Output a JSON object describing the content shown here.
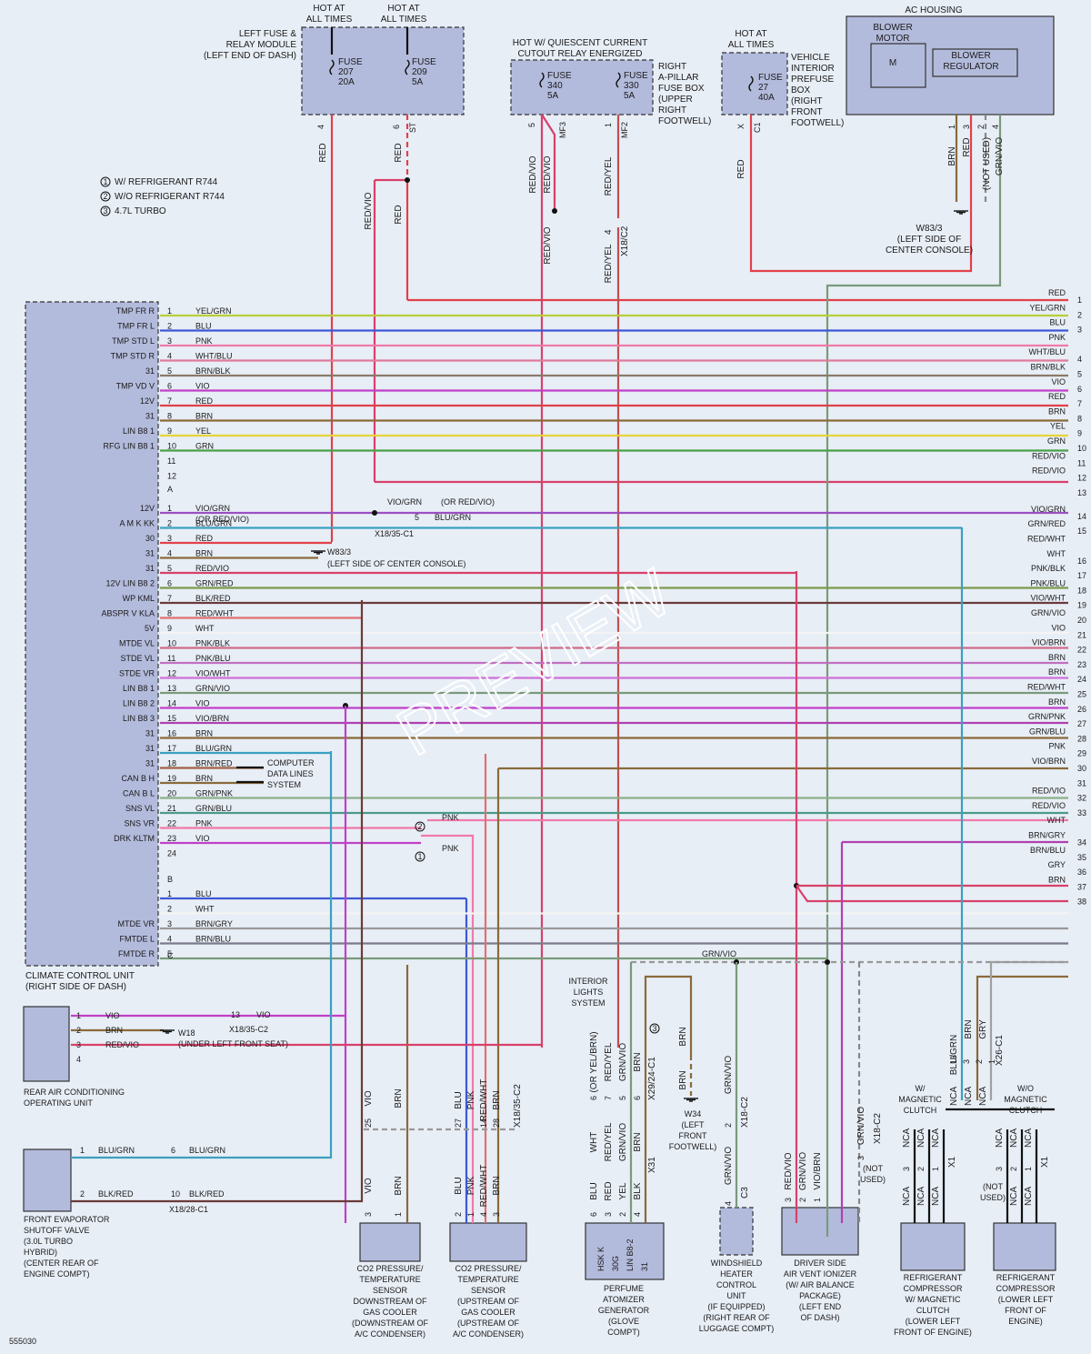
{
  "diagram_id": "555030",
  "watermark": "PREVIEW",
  "legend": [
    {
      "num": "1",
      "text": "W/ REFRIGERANT R744"
    },
    {
      "num": "2",
      "text": "W/O REFRIGERANT R744"
    },
    {
      "num": "3",
      "text": "4.7L TURBO"
    }
  ],
  "fuse_module": {
    "title_lines": [
      "LEFT FUSE &",
      "RELAY MODULE",
      "(LEFT END OF DASH)"
    ],
    "hot1": [
      "HOT AT",
      "ALL TIMES"
    ],
    "hot2": [
      "HOT AT",
      "ALL TIMES"
    ],
    "fuse_a": [
      "FUSE",
      "207",
      "20A"
    ],
    "fuse_b": [
      "FUSE",
      "209",
      "5A"
    ],
    "pin_a": "4",
    "pin_b": "6",
    "pin_b2": "ST"
  },
  "a_pillar": {
    "header": [
      "HOT W/ QUIESCENT CURRENT",
      "CUTOUT RELAY ENERGIZED"
    ],
    "title_lines": [
      "RIGHT",
      "A-PILLAR",
      "FUSE BOX",
      "(UPPER",
      "RIGHT",
      "FOOTWELL)"
    ],
    "fuse_a": [
      "FUSE",
      "340",
      "5A"
    ],
    "fuse_b": [
      "FUSE",
      "330",
      "5A"
    ],
    "pin_a": "5",
    "pin_a2": "MF3",
    "pin_b": "1",
    "pin_b2": "MF2"
  },
  "prefuse": {
    "hot": [
      "HOT AT",
      "ALL TIMES"
    ],
    "title_lines": [
      "VEHICLE",
      "INTERIOR",
      "PREFUSE",
      "BOX",
      "(RIGHT",
      "FRONT",
      "FOOTWELL)"
    ],
    "fuse": [
      "FUSE",
      "27",
      "40A"
    ],
    "pin": "X",
    "pin2": "C1"
  },
  "ac_housing": {
    "title": "AC HOUSING",
    "blower_motor": [
      "BLOWER",
      "MOTOR"
    ],
    "motor_symbol": "M",
    "blower_regulator": [
      "BLOWER",
      "REGULATOR"
    ],
    "pins": [
      "1",
      "3",
      "2",
      "4"
    ],
    "wires": [
      "BRN",
      "RED",
      "(NOT USED)",
      "GRN/VIO"
    ],
    "ground": [
      "W83/3",
      "(LEFT SIDE OF",
      "CENTER CONSOLE)"
    ]
  },
  "upper_wires": {
    "red_fuse207": "RED",
    "red_fuse209": "RED",
    "red_fuse209_b": "RED",
    "red_vio_a": "RED/VIO",
    "red_vio_pillar_a": "RED/VIO",
    "red_vio_pillar_b": "RED/VIO",
    "red_vio_pillar_c": "RED/VIO",
    "red_yel_a": "RED/YEL",
    "red_yel_b": "RED/YEL",
    "conn_x18_c2": "X18/C2",
    "conn_x18_c2_pin": "4",
    "red_prefuse": "RED"
  },
  "ccu": {
    "title_lines": [
      "CLIMATE CONTROL UNIT",
      "(RIGHT SIDE OF DASH)"
    ],
    "conn_a": {
      "id": "A",
      "pins": [
        {
          "pin": "1",
          "label": "TMP FR R",
          "wire": "YEL/GRN"
        },
        {
          "pin": "2",
          "label": "TMP FR L",
          "wire": "BLU"
        },
        {
          "pin": "3",
          "label": "TMP STD L",
          "wire": "PNK"
        },
        {
          "pin": "4",
          "label": "TMP STD R",
          "wire": "WHT/BLU"
        },
        {
          "pin": "5",
          "label": "31",
          "wire": "BRN/BLK"
        },
        {
          "pin": "6",
          "label": "TMP VD V",
          "wire": "VIO"
        },
        {
          "pin": "7",
          "label": "12V",
          "wire": "RED"
        },
        {
          "pin": "8",
          "label": "31",
          "wire": "BRN"
        },
        {
          "pin": "9",
          "label": "LIN B8 1",
          "wire": "YEL"
        },
        {
          "pin": "10",
          "label": "RFG LIN B8 1",
          "wire": "GRN"
        },
        {
          "pin": "11",
          "label": "",
          "wire": ""
        },
        {
          "pin": "12",
          "label": "",
          "wire": ""
        }
      ]
    },
    "conn_b": {
      "id": "B",
      "pins": [
        {
          "pin": "1",
          "label": "12V",
          "wire": "VIO/GRN",
          "wire2": "(OR RED/VIO)"
        },
        {
          "pin": "2",
          "label": "A M K KK",
          "wire": "BLU/GRN"
        },
        {
          "pin": "3",
          "label": "30",
          "wire": "RED"
        },
        {
          "pin": "4",
          "label": "31",
          "wire": "BRN"
        },
        {
          "pin": "5",
          "label": "31",
          "wire": "RED/VIO"
        },
        {
          "pin": "6",
          "label": "12V LIN B8 2",
          "wire": "GRN/RED"
        },
        {
          "pin": "7",
          "label": "WP KML",
          "wire": "BLK/RED"
        },
        {
          "pin": "8",
          "label": "ABSPR V KLA",
          "wire": "RED/WHT"
        },
        {
          "pin": "9",
          "label": "5V",
          "wire": "WHT"
        },
        {
          "pin": "10",
          "label": "MTDE VL",
          "wire": "PNK/BLK"
        },
        {
          "pin": "11",
          "label": "STDE VL",
          "wire": "PNK/BLU"
        },
        {
          "pin": "12",
          "label": "STDE VR",
          "wire": "VIO/WHT"
        },
        {
          "pin": "13",
          "label": "LIN B8 1",
          "wire": "GRN/VIO"
        },
        {
          "pin": "14",
          "label": "LIN B8 2",
          "wire": "VIO"
        },
        {
          "pin": "15",
          "label": "LIN B8 3",
          "wire": "VIO/BRN"
        },
        {
          "pin": "16",
          "label": "31",
          "wire": "BRN"
        },
        {
          "pin": "17",
          "label": "31",
          "wire": "BLU/GRN"
        },
        {
          "pin": "18",
          "label": "31",
          "wire": "BRN/RED"
        },
        {
          "pin": "19",
          "label": "CAN B H",
          "wire": "BRN"
        },
        {
          "pin": "20",
          "label": "CAN B L",
          "wire": "GRN/PNK"
        },
        {
          "pin": "21",
          "label": "SNS VL",
          "wire": "GRN/BLU"
        },
        {
          "pin": "22",
          "label": "SNS VR",
          "wire": "PNK"
        },
        {
          "pin": "23",
          "label": "DRK KLTM",
          "wire": "VIO"
        },
        {
          "pin": "24",
          "label": "",
          "wire": ""
        }
      ]
    },
    "conn_c": {
      "id": "C",
      "pins": [
        {
          "pin": "1",
          "label": "",
          "wire": "BLU"
        },
        {
          "pin": "2",
          "label": "",
          "wire": "WHT"
        },
        {
          "pin": "3",
          "label": "MTDE VR",
          "wire": "BRN/GRY"
        },
        {
          "pin": "4",
          "label": "FMTDE L",
          "wire": "BRN/BLU"
        },
        {
          "pin": "5",
          "label": "FMTDE R",
          "wire": ""
        }
      ]
    },
    "ground_note": [
      "W83/3",
      "(LEFT SIDE OF CENTER CONSOLE)"
    ],
    "data_lines": [
      "COMPUTER",
      "DATA LINES",
      "SYSTEM"
    ],
    "splice_vio_grn": "VIO/GRN",
    "splice_or_red_vio": "(OR RED/VIO)",
    "conn_x18_35_c1": "X18/35-C1",
    "conn_x18_35_c1_pin": "5",
    "conn_x18_35_c1_wire": "BLU/GRN",
    "option_2_wire": "PNK",
    "option_1_wire": "PNK",
    "option_2_num": "2",
    "option_1_num": "1"
  },
  "right_side": [
    {
      "num": "1",
      "wire": "RED"
    },
    {
      "num": "2",
      "wire": "YEL/GRN"
    },
    {
      "num": "3",
      "wire": "BLU"
    },
    {
      "num": "",
      "wire": "PNK"
    },
    {
      "num": "4",
      "wire": "WHT/BLU"
    },
    {
      "num": "5",
      "wire": "BRN/BLK"
    },
    {
      "num": "6",
      "wire": "VIO"
    },
    {
      "num": "7",
      "wire": "RED"
    },
    {
      "num": "8",
      "wire": "BRN"
    },
    {
      "num": "9",
      "wire": "YEL"
    },
    {
      "num": "10",
      "wire": "GRN"
    },
    {
      "num": "11",
      "wire": "RED/VIO"
    },
    {
      "num": "12",
      "wire": "RED/VIO"
    },
    {
      "num": "13",
      "wire": ""
    },
    {
      "num": "14",
      "wire": "VIO/GRN",
      "wire2": "(OR RED/VIO)"
    },
    {
      "num": "15",
      "wire": "GRN/RED"
    },
    {
      "num": "",
      "wire": "RED/WHT"
    },
    {
      "num": "16",
      "wire": "WHT"
    },
    {
      "num": "17",
      "wire": "PNK/BLK"
    },
    {
      "num": "18",
      "wire": "PNK/BLU"
    },
    {
      "num": "19",
      "wire": "VIO/WHT"
    },
    {
      "num": "20",
      "wire": "GRN/VIO"
    },
    {
      "num": "21",
      "wire": "VIO"
    },
    {
      "num": "22",
      "wire": "VIO/BRN"
    },
    {
      "num": "23",
      "wire": "BRN"
    },
    {
      "num": "24",
      "wire": "BRN"
    },
    {
      "num": "25",
      "wire": "RED/WHT"
    },
    {
      "num": "26",
      "wire": "BRN"
    },
    {
      "num": "27",
      "wire": "GRN/PNK"
    },
    {
      "num": "28",
      "wire": "GRN/BLU"
    },
    {
      "num": "29",
      "wire": "PNK"
    },
    {
      "num": "30",
      "wire": "VIO/BRN"
    },
    {
      "num": "31",
      "wire": ""
    },
    {
      "num": "32",
      "wire": "RED/VIO"
    },
    {
      "num": "33",
      "wire": "RED/VIO"
    },
    {
      "num": "",
      "wire": "WHT"
    },
    {
      "num": "34",
      "wire": "BRN/GRY"
    },
    {
      "num": "35",
      "wire": "BRN/BLU"
    },
    {
      "num": "36",
      "wire": "GRY"
    },
    {
      "num": "37",
      "wire": "BRN"
    },
    {
      "num": "38",
      "wire": ""
    }
  ],
  "grn_vio_bus": "GRN/VIO",
  "rear_ac": {
    "title_lines": [
      "REAR AIR CONDITIONING",
      "OPERATING UNIT"
    ],
    "pins": [
      "1",
      "2",
      "3",
      "4"
    ],
    "wires": [
      "VIO",
      "BRN",
      "RED/VIO"
    ],
    "conn": "X18/35-C2",
    "conn_pin": "13",
    "conn_wire": "VIO",
    "ground": [
      "W18",
      "(UNDER LEFT FRONT SEAT)"
    ]
  },
  "evap_valve": {
    "title_lines": [
      "FRONT EVAPORATOR",
      "SHUTOFF VALVE",
      "(3.0L TURBO",
      "HYBRID)",
      "(CENTER REAR OF",
      "ENGINE COMPT)"
    ],
    "pin1": "1",
    "wire1": "BLU/GRN",
    "c_pin1": "6",
    "c_wire1": "BLU/GRN",
    "pin2": "2",
    "wire2": "BLK/RED",
    "c_pin2": "10",
    "c_wire2": "BLK/RED",
    "conn": "X18/28-C1"
  },
  "co2_down": {
    "title_lines": [
      "CO2 PRESSURE/",
      "TEMPERATURE",
      "SENSOR",
      "DOWNSTREAM OF",
      "GAS COOLER",
      "(DOWNSTREAM OF",
      "A/C CONDENSER)"
    ],
    "pins": [
      "25",
      "3",
      "1"
    ],
    "wires": [
      "VIO",
      "BRN",
      "VIO",
      "BRN"
    ]
  },
  "co2_up": {
    "title_lines": [
      "CO2 PRESSURE/",
      "TEMPERATURE",
      "SENSOR",
      "(UPSTREAM OF",
      "GAS COOLER",
      "(UPSTREAM OF",
      "A/C CONDENSER)"
    ],
    "pins_top": [
      "27",
      "14",
      "28"
    ],
    "wires_top": [
      "BLU",
      "PNK",
      "RED/WHT",
      "BRN"
    ],
    "pins_bottom": [
      "2",
      "1",
      "4",
      "3"
    ],
    "wires_bottom": [
      "BLU",
      "PNK",
      "RED/WHT",
      "BRN"
    ],
    "conn": "X18/35-C2"
  },
  "interior_lights": [
    "INTERIOR",
    "LIGHTS",
    "SYSTEM"
  ],
  "perfume": {
    "title_lines": [
      "PERFUME",
      "ATOMIZER",
      "GENERATOR",
      "(GLOVE",
      "COMPT)"
    ],
    "pins_labels": [
      "HSK K",
      "30G",
      "LIN B8-2",
      "31"
    ],
    "pins": [
      "6",
      "3",
      "2",
      "4"
    ],
    "wires_bottom": [
      "BLU",
      "RED",
      "YEL",
      "BLK"
    ],
    "wires_mid": [
      "WHT",
      "RED/YEL",
      "GRN/VIO",
      "BRN"
    ],
    "wires_top": [
      "(OR YEL/BRN)",
      "RED/YEL",
      "GRN/VIO",
      "BRN"
    ],
    "pins_top": [
      "6",
      "7",
      "5",
      "6"
    ],
    "conn_x29": "X29/24-C1",
    "conn_x31": "X31",
    "option": "3",
    "ground": [
      "W34",
      "(LEFT",
      "FRONT",
      "FOOTWELL)"
    ],
    "brn_a": "BRN",
    "brn_b": "BRN"
  },
  "windshield": {
    "title_lines": [
      "WINDSHIELD",
      "HEATER",
      "CONTROL",
      "UNIT",
      "(IF EQUIPPED)",
      "(RIGHT REAR OF",
      "LUGGAGE COMPT)"
    ],
    "wire": "GRN/VIO",
    "wire2": "GRN/VIO",
    "pin": "2",
    "conn": "X18-C2",
    "pin2": "4",
    "conn2": "C3"
  },
  "ionizer": {
    "title_lines": [
      "DRIVER SIDE",
      "AIR VENT IONIZER",
      "(W/ AIR BALANCE",
      "PACKAGE)",
      "(LEFT END",
      "OF DASH)"
    ],
    "wires": [
      "RED/VIO",
      "GRN/VIO",
      "VIO/BRN"
    ],
    "pins": [
      "3",
      "2",
      "1"
    ],
    "nu_wire": "GRN/VIO",
    "nu_pin": "3",
    "nu_conn": "X18-C2",
    "not_used": [
      "(NOT",
      "USED)"
    ]
  },
  "compressor_mag": {
    "title_lines": [
      "REFRIGERANT",
      "COMPRESSOR",
      "W/ MAGNETIC",
      "CLUTCH",
      "(LOWER LEFT",
      "FRONT OF ENGINE)"
    ],
    "header": [
      "W/",
      "MAGNETIC",
      "CLUTCH"
    ],
    "nca": "NCA",
    "pins": [
      "3",
      "2",
      "1"
    ],
    "conn": "X1"
  },
  "compressor_nomag": {
    "title_lines": [
      "REFRIGERANT",
      "COMPRESSOR",
      "(LOWER LEFT",
      "FRONT OF",
      "ENGINE)"
    ],
    "header": [
      "W/O",
      "MAGNETIC",
      "CLUTCH"
    ],
    "nca": "NCA",
    "pins": [
      "3",
      "2",
      "1"
    ],
    "conn": "X1",
    "not_used": [
      "(NOT",
      "USED)"
    ]
  },
  "x26": {
    "pins": [
      "13",
      "3",
      "2",
      "1"
    ],
    "wires": [
      "BLU/GRN",
      "BRN",
      "GRY"
    ],
    "conn": "X26-C1",
    "nca": "NCA"
  }
}
